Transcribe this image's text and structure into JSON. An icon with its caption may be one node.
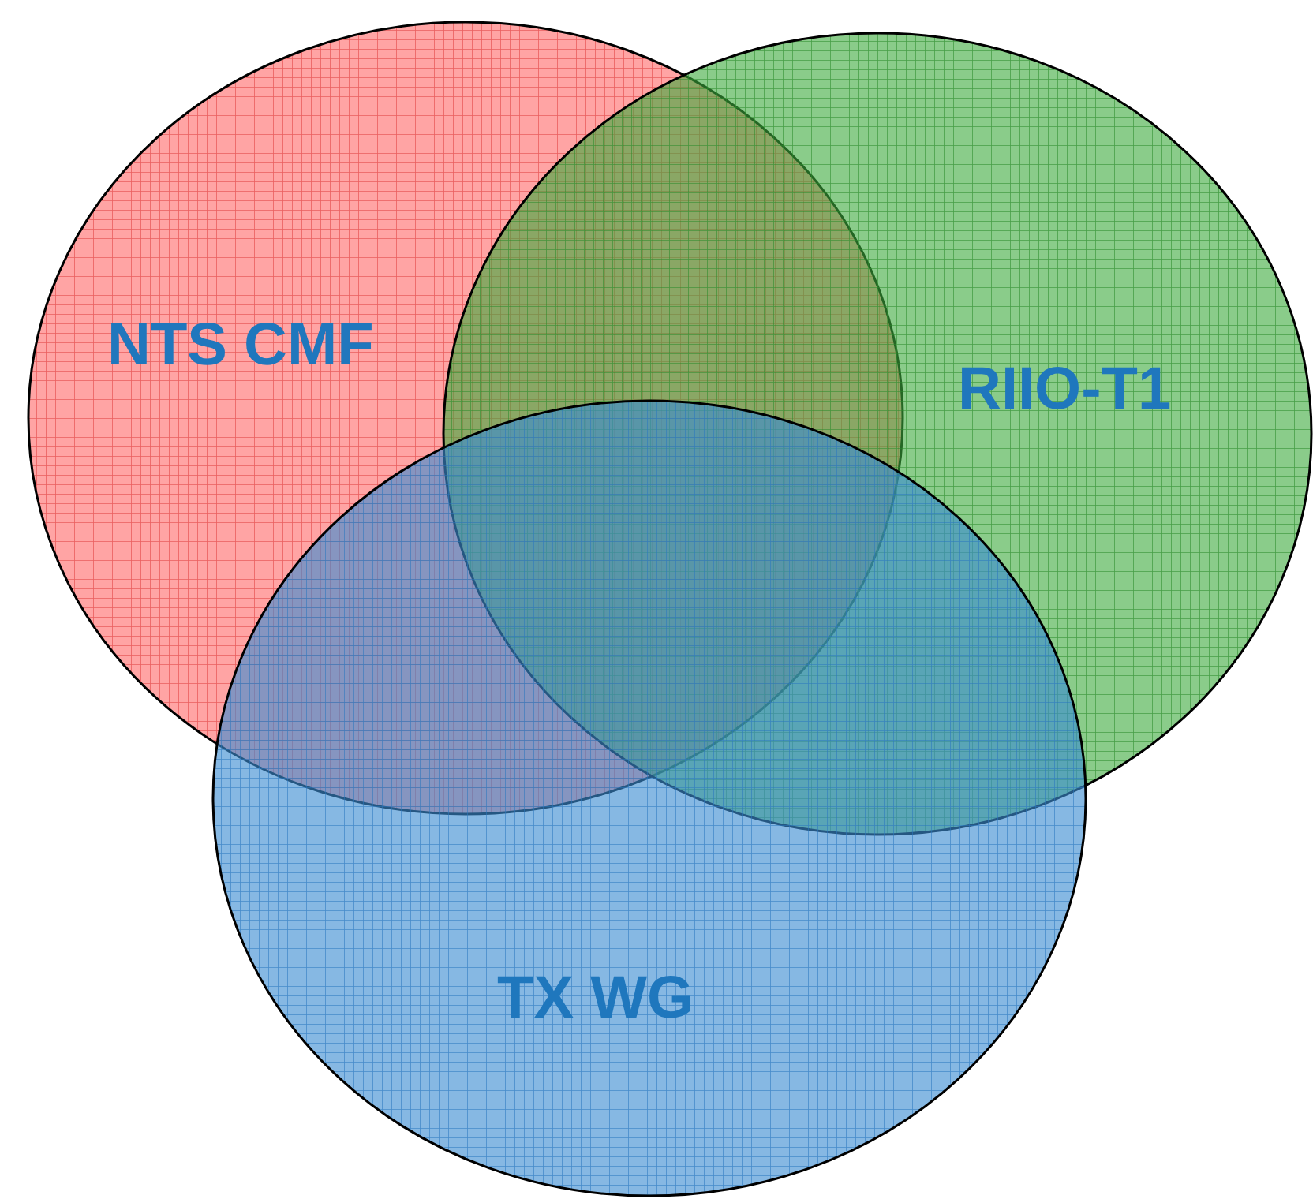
{
  "diagram": {
    "nodes": [
      {
        "text": [
          "NTS CMF"
        ]
      },
      {
        "text": [
          "RIIO-T1"
        ]
      },
      {
        "text": [
          "TX WG"
        ]
      }
    ]
  }
}
